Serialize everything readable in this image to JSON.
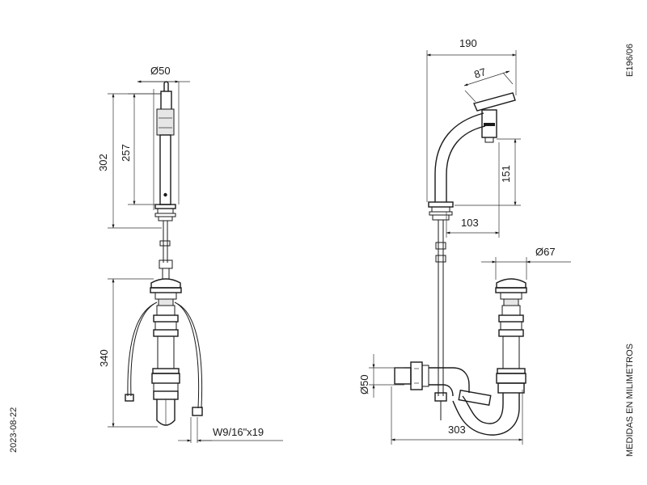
{
  "dimensions": {
    "front_diameter": "Ø50",
    "front_height_total": "302",
    "front_height_spout": "257",
    "drain_height": "340",
    "hose_thread": "W9/16\"x19",
    "side_reach": "190",
    "side_handle": "87",
    "side_spout_height": "151",
    "side_spout_reach": "103",
    "drain_diameter": "Ø67",
    "trap_diameter": "Ø50",
    "trap_length": "303"
  },
  "labels": {
    "code": "E196/06",
    "units": "MEDIDAS EN MILIMETROS",
    "date": "2023-08-22"
  }
}
